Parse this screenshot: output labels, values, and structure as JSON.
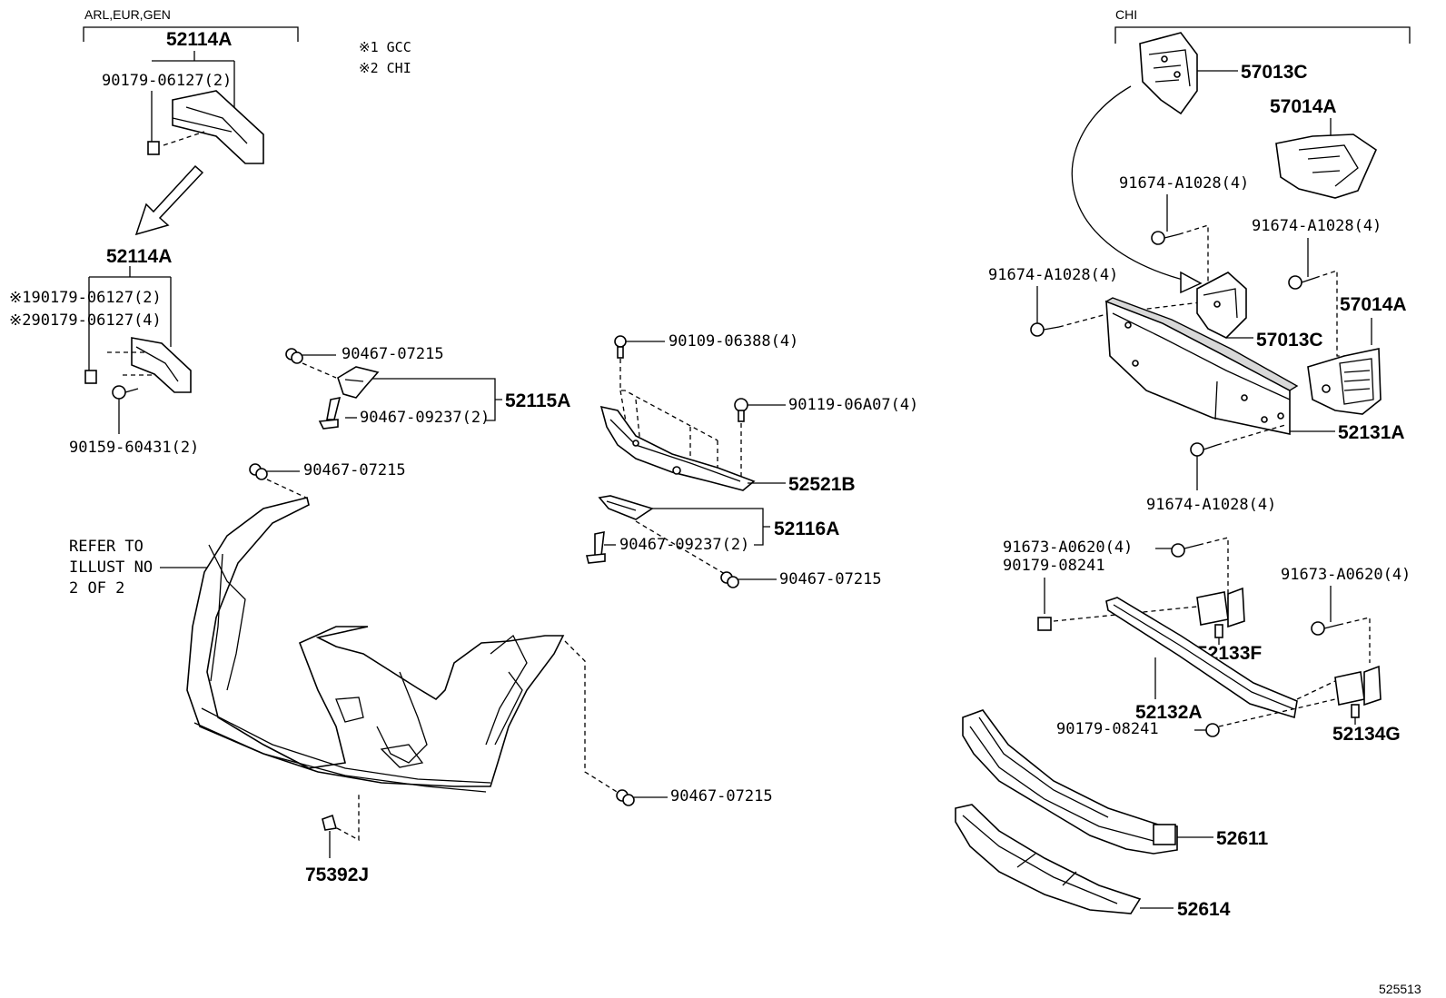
{
  "groups": {
    "arl": "ARL,EUR,GEN",
    "chi": "CHI"
  },
  "notes": {
    "n1": "※1 GCC",
    "n2": "※2 CHI"
  },
  "parts": {
    "p52114A_top": "52114A",
    "p90179_06127_2_top": "90179-06127(2)",
    "p52114A_mid": "52114A",
    "p90179_06127_2_n1": "※190179-06127(2)",
    "p90179_06127_4_n2": "※290179-06127(4)",
    "p90159_60431": "90159-60431(2)",
    "p90467_07215_a": "90467-07215",
    "p52115A": "52115A",
    "p90467_09237_a": "90467-09237(2)",
    "p90467_07215_b": "90467-07215",
    "refer": [
      "REFER TO",
      "ILLUST NO",
      "2 OF 2"
    ],
    "p75392J": "75392J",
    "p90467_07215_c": "90467-07215",
    "p90109_06388": "90109-06388(4)",
    "p90119_06A07": "90119-06A07(4)",
    "p52521B": "52521B",
    "p52116A": "52116A",
    "p90467_09237_b": "90467-09237(2)",
    "p90467_07215_d": "90467-07215",
    "p57013C_top": "57013C",
    "p57014A_top": "57014A",
    "p91674_a": "91674-A1028(4)",
    "p91674_b": "91674-A1028(4)",
    "p91674_c": "91674-A1028(4)",
    "p57014A_mid": "57014A",
    "p57013C_mid": "57013C",
    "p52131A": "52131A",
    "p91674_d": "91674-A1028(4)",
    "p91673_a": "91673-A0620(4)",
    "p90179_08241_a": "90179-08241",
    "p91673_b": "91673-A0620(4)",
    "p52133F": "52133F",
    "p52132A": "52132A",
    "p90179_08241_b": "90179-08241",
    "p52134G": "52134G",
    "p52611": "52611",
    "p52614": "52614"
  },
  "illustration_id": "525513"
}
